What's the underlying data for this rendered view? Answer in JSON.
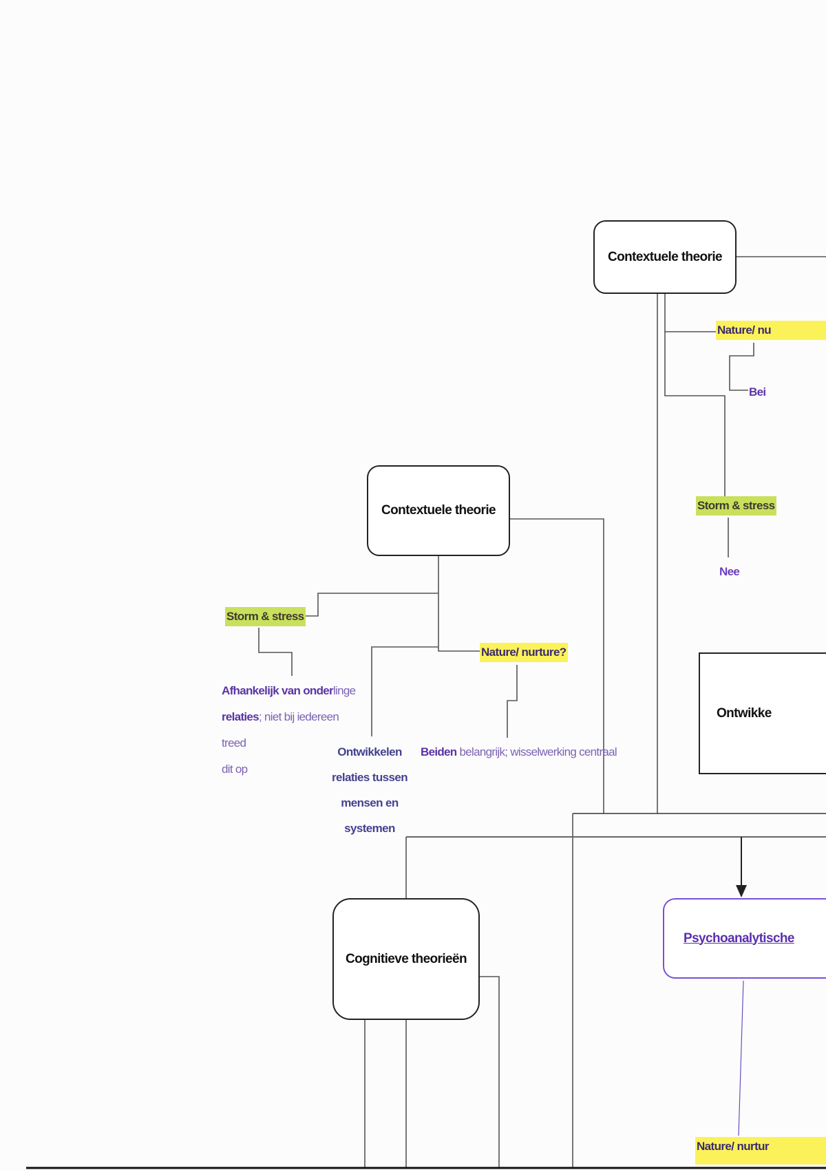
{
  "nodes": {
    "contextuele_top": "Contextuele theorie",
    "contextuele_mid": "Contextuele theorie",
    "ontwikkeling_box": "Ontwikke",
    "cognitieve": "Cognitieve theorieën",
    "psychoanalytische": "Psychoanalytische"
  },
  "tags": {
    "nature_top": "Nature/ nu",
    "storm_top": "Storm & stress",
    "storm_mid": "Storm & stress",
    "nature_mid": "Nature/ nurture?",
    "nature_bottom": "Nature/ nurtur"
  },
  "notes": {
    "bei_top": "Bei",
    "nee_top": "Nee",
    "afhankelijk_bold1": "Afhankelijk van onder",
    "afhankelijk_rest1": "linge",
    "afhankelijk_bold2": "relaties",
    "afhankelijk_rest2": "; niet bij iedereen treed",
    "afhankelijk_rest3": "dit op",
    "ontwikkelen": [
      "Ontwikkelen",
      "relaties tussen",
      "mensen en",
      "systemen"
    ],
    "beiden_bold": "Beiden",
    "beiden_rest": " belangrijk; wisselwerking centraal"
  },
  "colors": {
    "yellow": "#fbf25a",
    "green": "#c8e05c",
    "purple": "#5b2fb0"
  }
}
